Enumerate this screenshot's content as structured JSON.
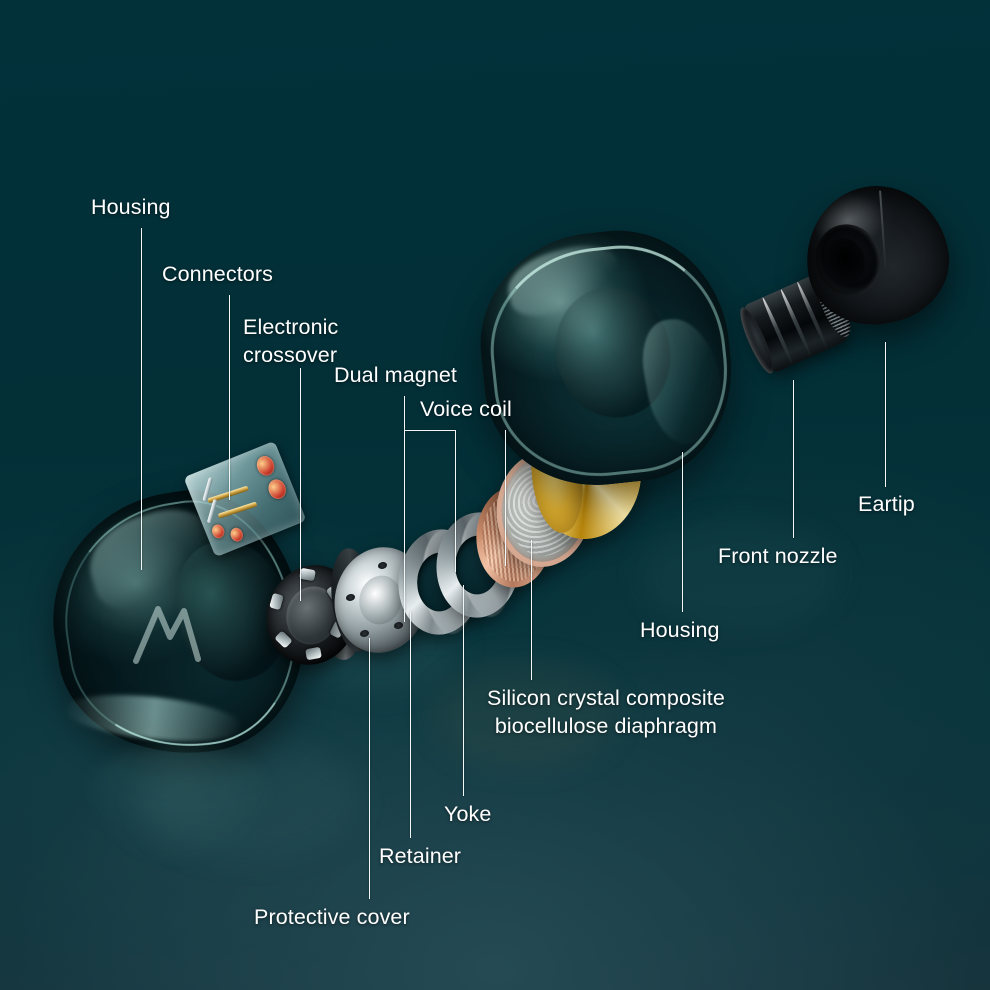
{
  "scene": {
    "title": "Exploded view of in-ear monitor earphone",
    "background_color": "#04282e",
    "background_color_bottom": "#17343d",
    "label_color": "#ffffff",
    "leader_color": "#f2f7f7"
  },
  "labels": [
    {
      "id": "housing-rear",
      "text": "Housing",
      "lines": [
        "Housing"
      ]
    },
    {
      "id": "connectors",
      "text": "Connectors",
      "lines": [
        "Connectors"
      ]
    },
    {
      "id": "crossover",
      "text": "Electronic crossover",
      "lines": [
        "Electronic",
        "crossover"
      ]
    },
    {
      "id": "dual-magnet",
      "text": "Dual magnet",
      "lines": [
        "Dual magnet"
      ]
    },
    {
      "id": "voice-coil",
      "text": "Voice coil",
      "lines": [
        "Voice coil"
      ]
    },
    {
      "id": "eartip",
      "text": "Eartip",
      "lines": [
        "Eartip"
      ]
    },
    {
      "id": "front-nozzle",
      "text": "Front nozzle",
      "lines": [
        "Front nozzle"
      ]
    },
    {
      "id": "housing-front",
      "text": "Housing",
      "lines": [
        "Housing"
      ]
    },
    {
      "id": "diaphragm",
      "text": "Silicon crystal composite biocellulose diaphragm",
      "lines": [
        "Silicon crystal composite",
        "biocellulose diaphragm"
      ]
    },
    {
      "id": "yoke",
      "text": "Yoke",
      "lines": [
        "Yoke"
      ]
    },
    {
      "id": "retainer",
      "text": "Retainer",
      "lines": [
        "Retainer"
      ]
    },
    {
      "id": "protective-cover",
      "text": "Protective cover",
      "lines": [
        "Protective cover"
      ]
    }
  ],
  "parts": {
    "shell_logo": "stylized-m-logo",
    "shell_material": "translucent teal resin",
    "connector_pins": 2,
    "magnet_count": 2,
    "yoke_color": "#d9ab2e",
    "coil_color": "#c88b6b",
    "eartip_color": "#0b0e11",
    "nozzle_color": "#151a1d"
  }
}
